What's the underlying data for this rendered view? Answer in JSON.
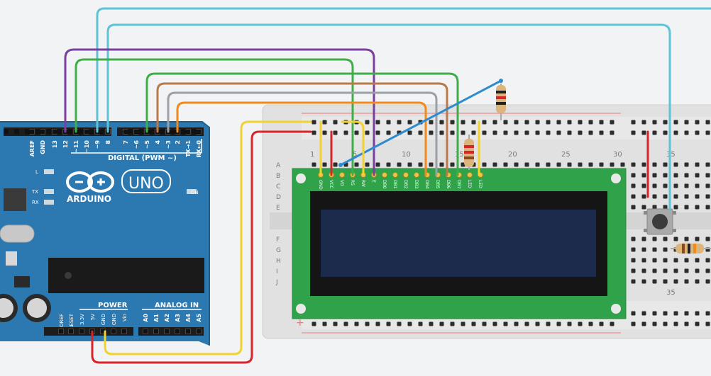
{
  "arduino": {
    "brand": "ARDUINO",
    "model": "UNO",
    "digital_header_label": "DIGITAL (PWM ~)",
    "power_label": "POWER",
    "analog_label": "ANALOG IN",
    "on_label": "ON",
    "led_labels": [
      "L",
      "TX",
      "RX"
    ],
    "digital_pins": [
      "AREF",
      "GND",
      "13",
      "12",
      "~11",
      "~10",
      "~9",
      "8",
      "7",
      "~6",
      "~5",
      "4",
      "~3",
      "2",
      "TX→1",
      "RX←0"
    ],
    "power_pins": [
      "IOREF",
      "RESET",
      "3.3V",
      "5V",
      "GND",
      "GND",
      "Vin"
    ],
    "analog_pins": [
      "A0",
      "A1",
      "A2",
      "A3",
      "A4",
      "A5"
    ]
  },
  "breadboard": {
    "column_numbers": [
      "1",
      "5",
      "10",
      "15",
      "20",
      "25",
      "30",
      "35"
    ],
    "rows_top": [
      "A",
      "B",
      "C",
      "D",
      "E"
    ],
    "rows_bottom": [
      "F",
      "G",
      "H",
      "I",
      "J"
    ],
    "bottom_column_number": "35",
    "minus_sign": "−",
    "plus_sign": "+"
  },
  "lcd": {
    "pins": [
      "GND",
      "VCC",
      "VO",
      "RS",
      "RW",
      "E",
      "DB0",
      "DB1",
      "DB2",
      "DB3",
      "DB4",
      "DB5",
      "DB6",
      "DB7",
      "LED",
      "LED"
    ],
    "board_color": "#2fa24a",
    "screen_color": "#1c2a4c"
  },
  "wire_colors": {
    "cyan": "#5fc3d6",
    "purple": "#7b3fa0",
    "green": "#3fae49",
    "brown": "#b87a4b",
    "gray": "#9aa0a6",
    "orange": "#f08a1c",
    "blue": "#2d8ccf",
    "red": "#d9252a",
    "yellow": "#f2d22e"
  }
}
